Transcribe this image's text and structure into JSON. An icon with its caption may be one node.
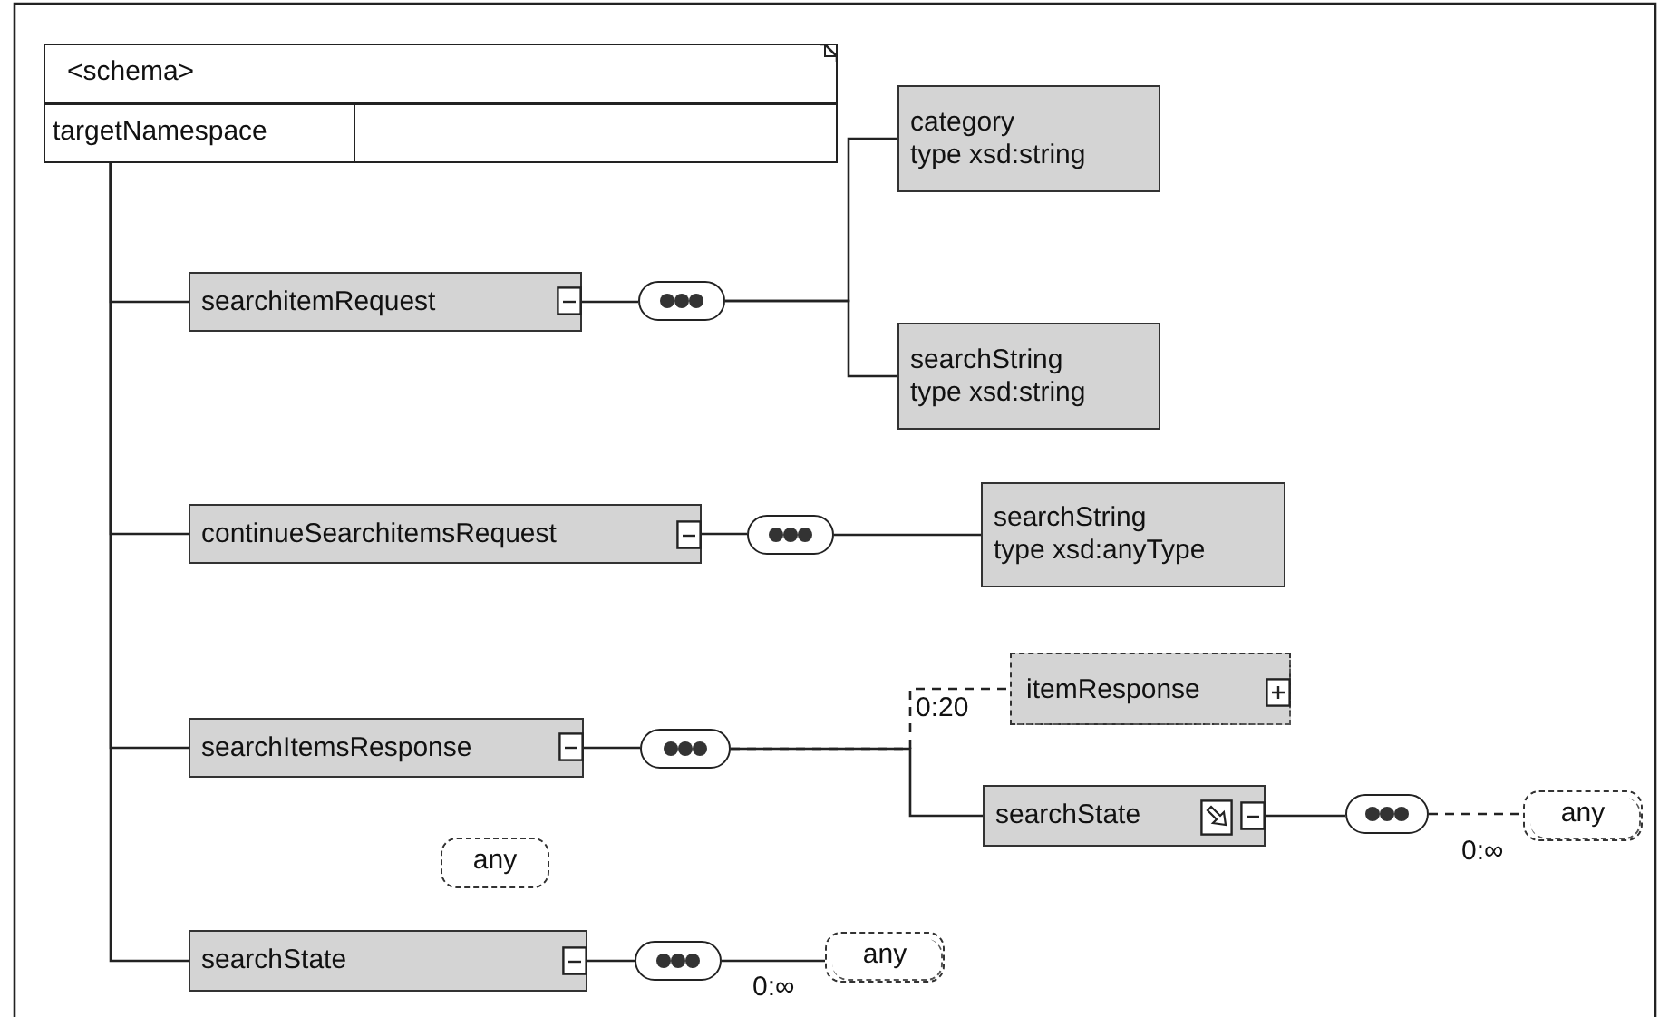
{
  "diagram": {
    "nodes": [
      {
        "text": [
          "<schema>",
          "targetNamespace"
        ]
      },
      {
        "text": [
          "searchitemRequest"
        ]
      },
      {
        "text": [],
        "shape": "pill"
      },
      {
        "text": [
          "category",
          "type xsd:string"
        ]
      },
      {
        "text": [
          "searchString",
          "type xsd:string"
        ]
      },
      {
        "text": [
          "continueSearchitemsRequest"
        ]
      },
      {
        "text": [],
        "shape": "pill"
      },
      {
        "text": [
          "searchString",
          "type xsd:anyType"
        ]
      },
      {
        "text": [
          "searchItemsResponse"
        ]
      },
      {
        "text": [],
        "shape": "pill"
      },
      {
        "text": [
          "itemResponse"
        ],
        "beside": [
          "0:20"
        ]
      },
      {
        "text": [
          "searchState"
        ]
      },
      {
        "text": [],
        "shape": "pill"
      },
      {
        "text": [
          "any"
        ],
        "beside": [
          "0:∞"
        ]
      },
      {
        "text": [
          "any"
        ]
      },
      {
        "text": [
          "searchState"
        ]
      },
      {
        "text": [],
        "shape": "pill"
      },
      {
        "text": [
          "any"
        ],
        "beside": [
          "0:∞"
        ]
      }
    ],
    "edges": [
      {
        "from": 0,
        "to": 1,
        "arrow": "none"
      },
      {
        "from": 0,
        "to": 5,
        "arrow": "none"
      },
      {
        "from": 0,
        "to": 8,
        "arrow": "none"
      },
      {
        "from": 0,
        "to": 15,
        "arrow": "none"
      },
      {
        "from": 1,
        "to": 2,
        "arrow": "none"
      },
      {
        "from": 2,
        "to": 3,
        "arrow": "none"
      },
      {
        "from": 2,
        "to": 4,
        "arrow": "none"
      },
      {
        "from": 5,
        "to": 6,
        "arrow": "none"
      },
      {
        "from": 6,
        "to": 7,
        "arrow": "none"
      },
      {
        "from": 8,
        "to": 9,
        "arrow": "none"
      },
      {
        "from": 9,
        "to": 10,
        "arrow": "none",
        "style": "dashed"
      },
      {
        "from": 9,
        "to": 11,
        "arrow": "none"
      },
      {
        "from": 11,
        "to": 12,
        "arrow": "none"
      },
      {
        "from": 12,
        "to": 13,
        "arrow": "none",
        "style": "dashed"
      },
      {
        "from": 15,
        "to": 16,
        "arrow": "none"
      },
      {
        "from": 16,
        "to": 17,
        "arrow": "none"
      }
    ]
  }
}
